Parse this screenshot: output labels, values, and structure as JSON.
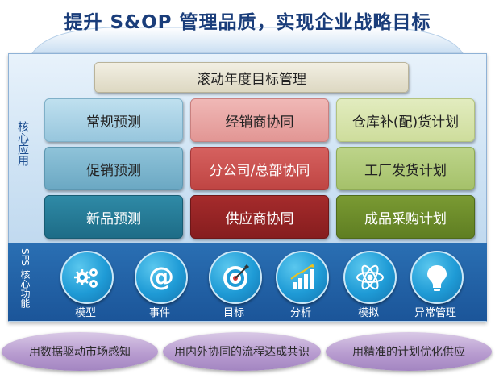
{
  "title": "提升 S&OP 管理品质，实现企业战略目标",
  "core_label": "核心应用",
  "header": "滚动年度目标管理",
  "grid": [
    [
      "常规预测",
      "经销商协同",
      "仓库补(配)货计划"
    ],
    [
      "促销预测",
      "分公司/总部协同",
      "工厂发货计划"
    ],
    [
      "新品预测",
      "供应商协同",
      "成品采购计划"
    ]
  ],
  "sfs_label": "SFS 核心功能",
  "functions": [
    {
      "label": "模型",
      "icon": "gears-icon"
    },
    {
      "label": "事件",
      "icon": "at-sign-icon"
    },
    {
      "label": "目标",
      "icon": "target-icon"
    },
    {
      "label": "分析",
      "icon": "bar-chart-icon"
    },
    {
      "label": "模拟",
      "icon": "atom-icon"
    },
    {
      "label": "异常管理",
      "icon": "lightbulb-icon"
    }
  ],
  "bottom": [
    "用数据驱动市场感知",
    "用内外协同的流程达成共识",
    "用精准的计划优化供应"
  ],
  "colors": {
    "title": "#1a3d7a",
    "panel": "#cfe3f4",
    "sfs_band": "#1b5599",
    "icon": "#1f9bd6",
    "blue_column": [
      "#bfe0ef",
      "#8fc3d9",
      "#2f8aa6"
    ],
    "red_column": [
      "#f0b8b6",
      "#d6615f",
      "#a52b2c"
    ],
    "green_column": [
      "#e2ecbf",
      "#bdd48a",
      "#7a9a33"
    ],
    "ellipse": "#b89cd0"
  }
}
